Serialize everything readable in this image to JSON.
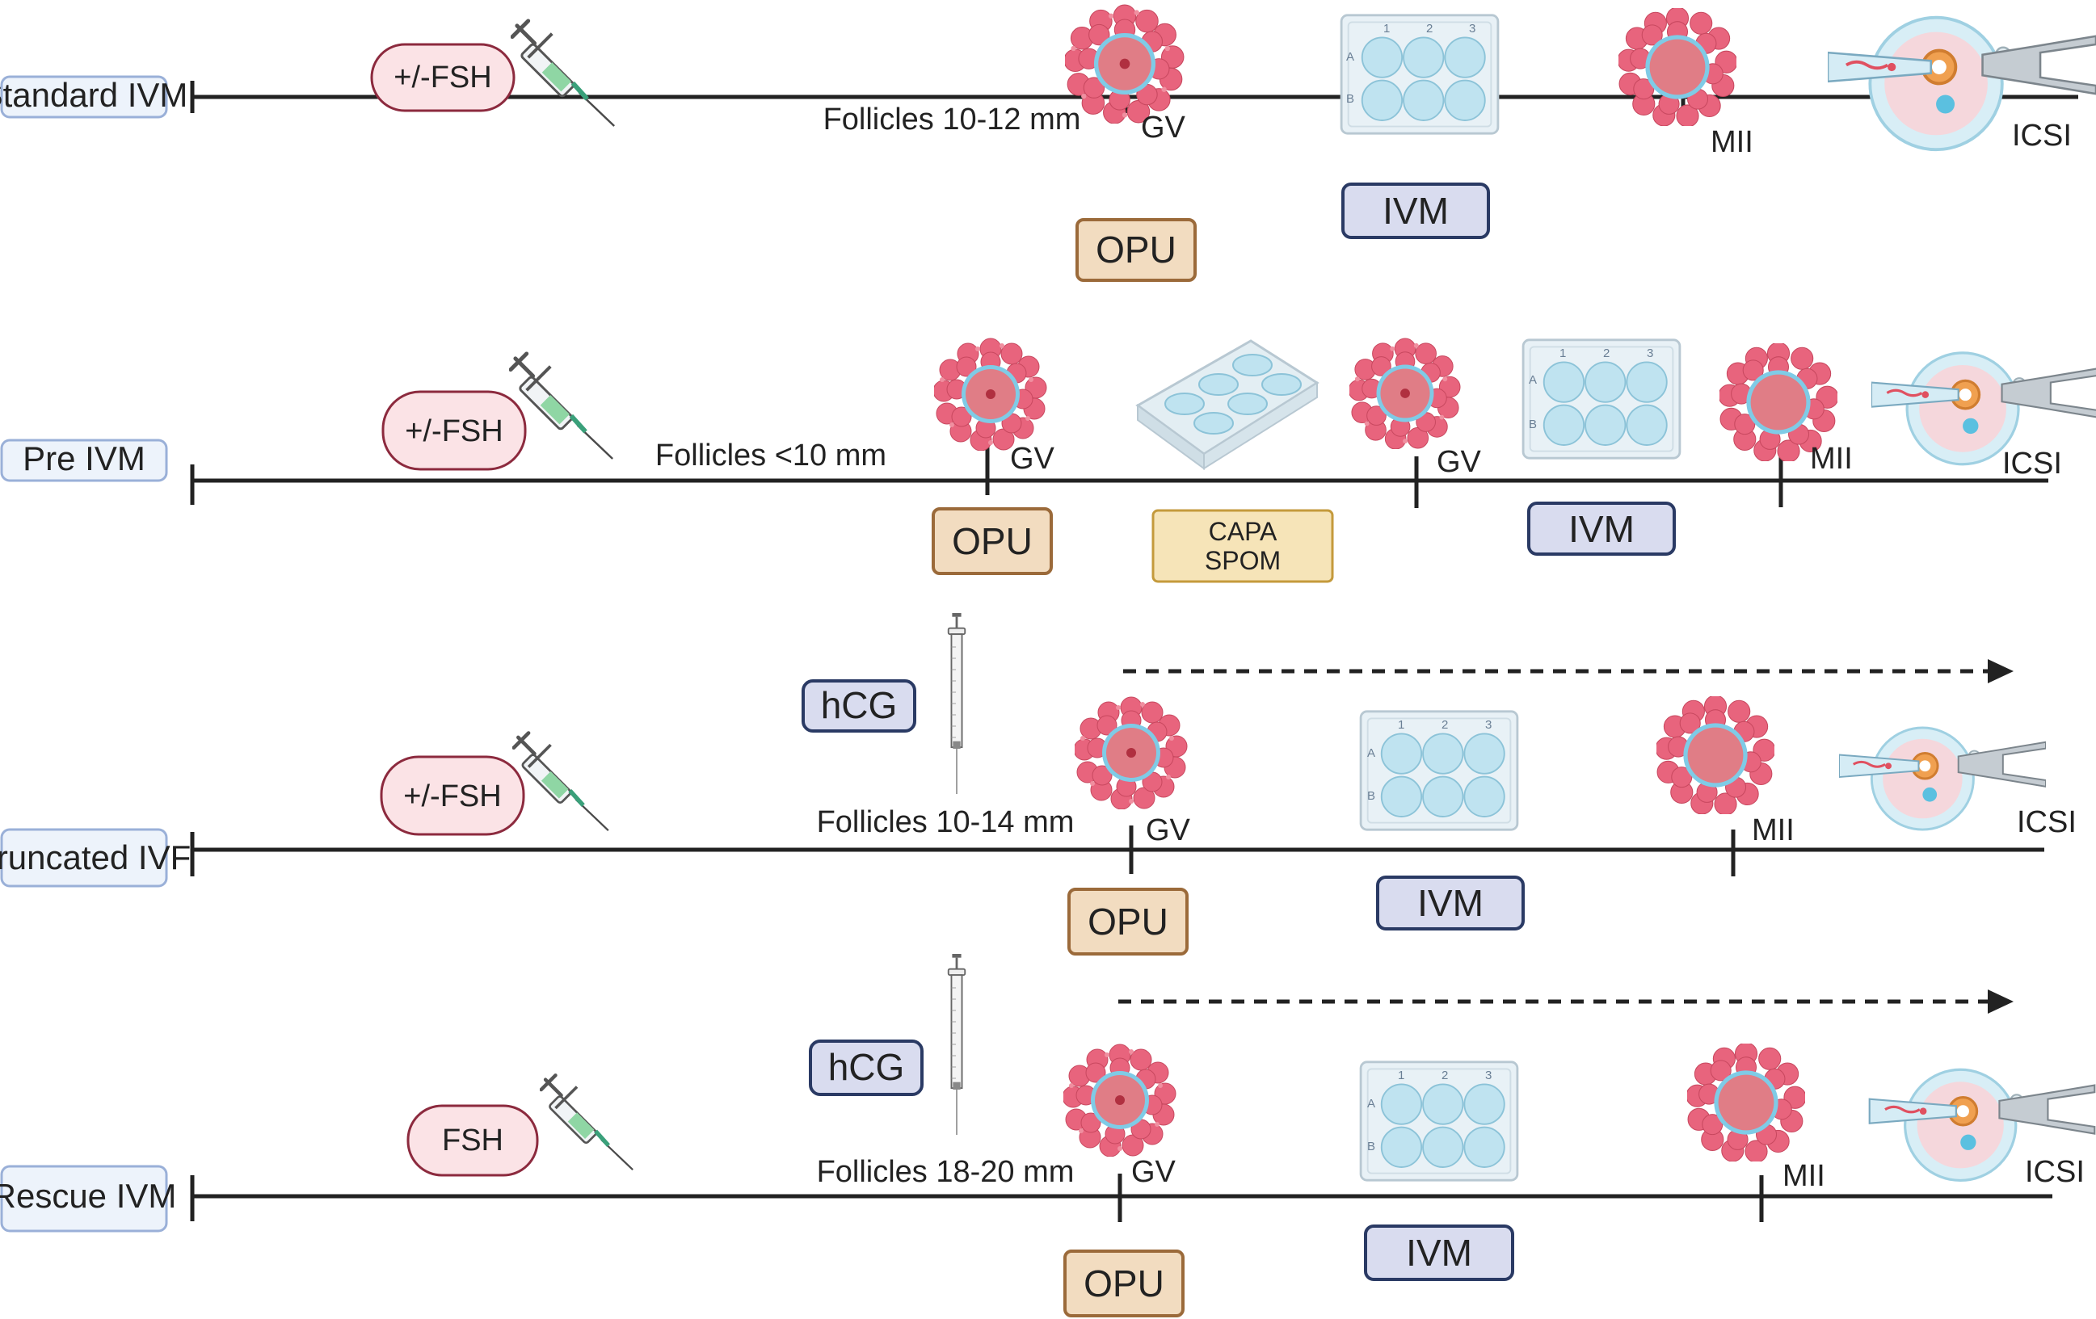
{
  "colors": {
    "timeline": "#222222",
    "row_label_fill": "#edf3fb",
    "row_label_stroke": "#9ab0d8",
    "hormone_fill": "#fbe3e6",
    "hormone_stroke": "#8c2a3e",
    "opu_fill": "#f2dcc0",
    "opu_stroke": "#9b6a3a",
    "ivm_fill": "#d9dcef",
    "ivm_stroke": "#2a3a64",
    "hcg_fill": "#d9dcef",
    "hcg_stroke": "#2a3a64",
    "capa_fill": "#f6e4b8",
    "capa_stroke": "#c49a3c",
    "oocyte_cells": "#e8647d",
    "oocyte_zona": "#79c5e0",
    "oocyte_core": "#e07d86",
    "plate_fill": "#e8f1f6",
    "plate_well": "#bfe3f0"
  },
  "icons": {
    "syringe": "syringe-icon",
    "long_syringe": "hcg-syringe-icon",
    "oocyte_gv": "oocyte-gv-icon",
    "oocyte_mii": "oocyte-mii-icon",
    "culture_plate": "culture-plate-icon",
    "icsi": "icsi-icon"
  },
  "plate": {
    "cols": [
      "1",
      "2",
      "3"
    ],
    "rows": [
      "A",
      "B"
    ]
  },
  "rows": [
    {
      "label": "Standard IVM",
      "hormone": "+/-FSH",
      "follicles": "Follicles 10-12 mm",
      "gv": "GV",
      "mii": "MII",
      "icsi": "ICSI",
      "opu": "OPU",
      "ivm": "IVM"
    },
    {
      "label": "Pre IVM",
      "hormone": "+/-FSH",
      "follicles": "Follicles <10 mm",
      "gv": "GV",
      "gv2": "GV",
      "mii": "MII",
      "icsi": "ICSI",
      "opu": "OPU",
      "capa_line1": "CAPA",
      "capa_line2": "SPOM",
      "ivm": "IVM"
    },
    {
      "label": "Truncated IVF",
      "hormone": "+/-FSH",
      "hcg": "hCG",
      "follicles": "Follicles 10-14 mm",
      "gv": "GV",
      "mii": "MII",
      "icsi": "ICSI",
      "opu": "OPU",
      "ivm": "IVM"
    },
    {
      "label": "Rescue IVM",
      "hormone": "FSH",
      "hcg": "hCG",
      "follicles": "Follicles 18-20 mm",
      "gv": "GV",
      "mii": "MII",
      "icsi": "ICSI",
      "opu": "OPU",
      "ivm": "IVM"
    }
  ]
}
